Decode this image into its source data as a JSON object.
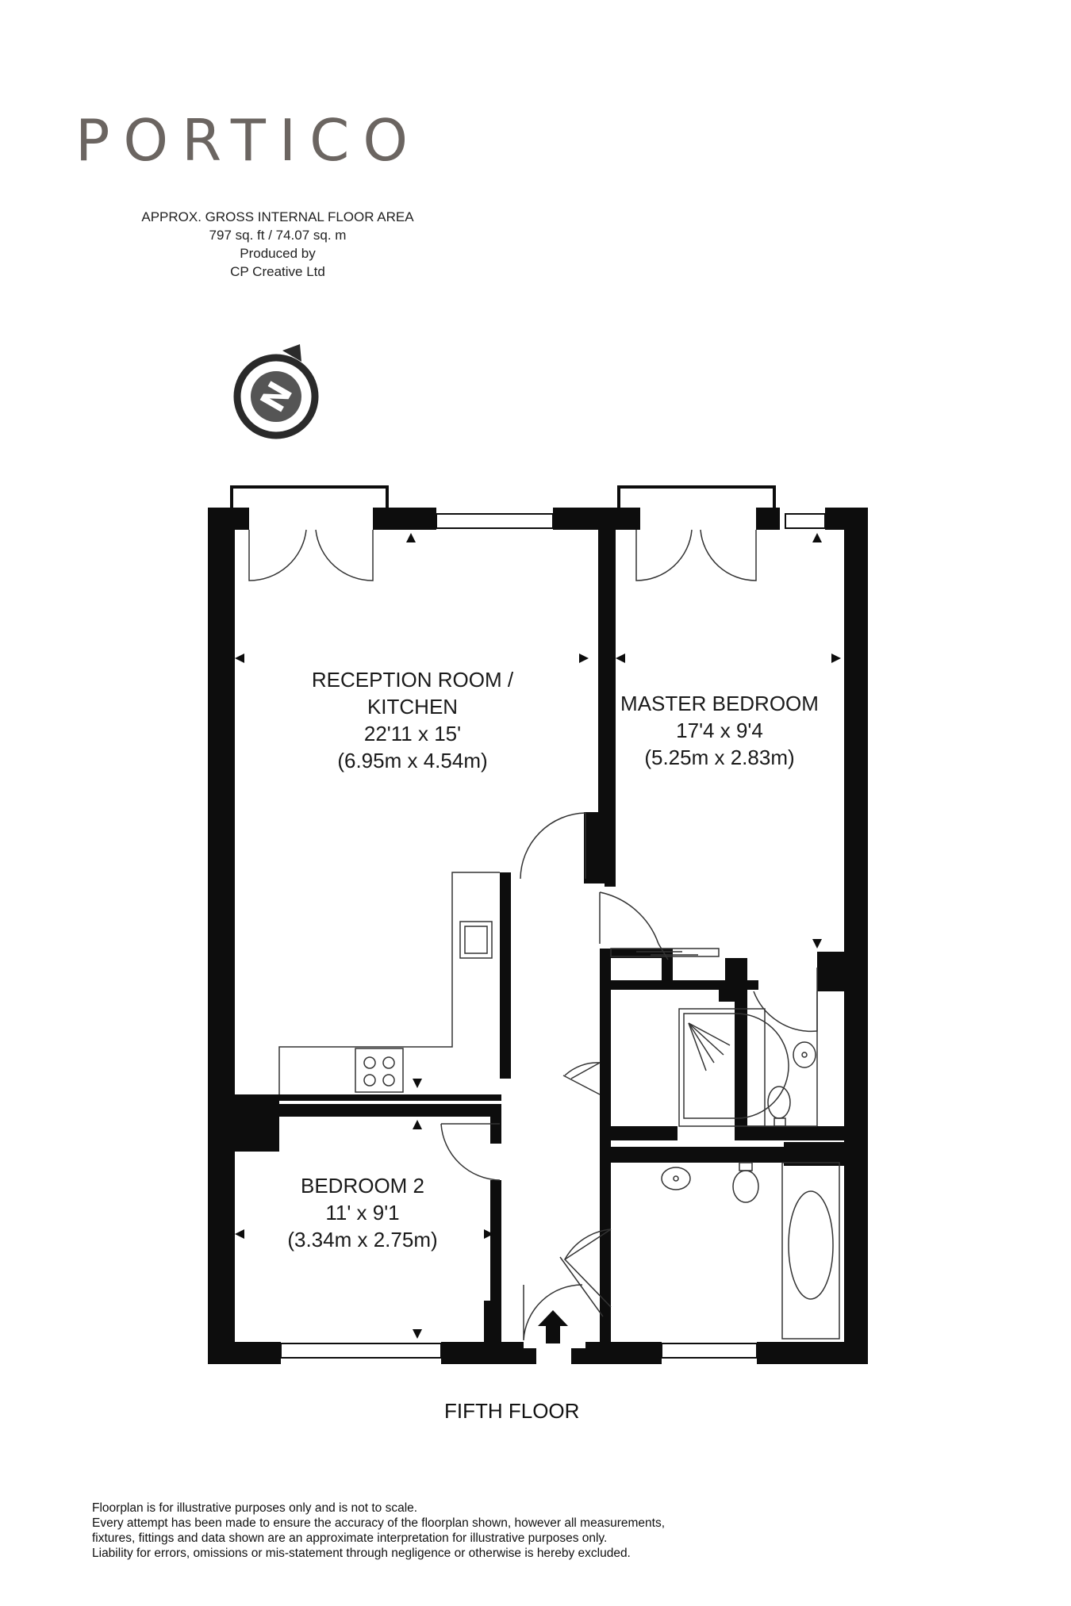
{
  "brand": {
    "name": "PORTICO"
  },
  "area": {
    "line1": "APPROX. GROSS INTERNAL FLOOR AREA",
    "line2": "797 sq. ft / 74.07 sq. m",
    "line3": "Produced by",
    "line4": "CP Creative Ltd"
  },
  "compass": {
    "icon": "north-compass-icon",
    "letter": "N"
  },
  "rooms": {
    "reception": {
      "name1": "RECEPTION ROOM /",
      "name2": "KITCHEN",
      "imperial": "22'11 x 15'",
      "metric": "(6.95m x 4.54m)"
    },
    "master": {
      "name": "MASTER BEDROOM",
      "imperial": "17'4 x 9'4",
      "metric": "(5.25m x 2.83m)"
    },
    "bedroom2": {
      "name": "BEDROOM 2",
      "imperial": "11' x 9'1",
      "metric": "(3.34m x 2.75m)"
    }
  },
  "floor": {
    "label": "FIFTH FLOOR"
  },
  "disclaimer": {
    "line1": "Floorplan is for illustrative purposes only and is not to scale.",
    "line2": "Every attempt has been made to ensure the accuracy of the floorplan shown, however all measurements,",
    "line3": "fixtures, fittings and data shown are an approximate interpretation for illustrative purposes only.",
    "line4": "Liability for errors, omissions or mis-statement through negligence or otherwise is hereby excluded."
  },
  "colors": {
    "wall": "#0d0d0d",
    "logo": "#6b6561",
    "fixture_line": "#333333"
  }
}
